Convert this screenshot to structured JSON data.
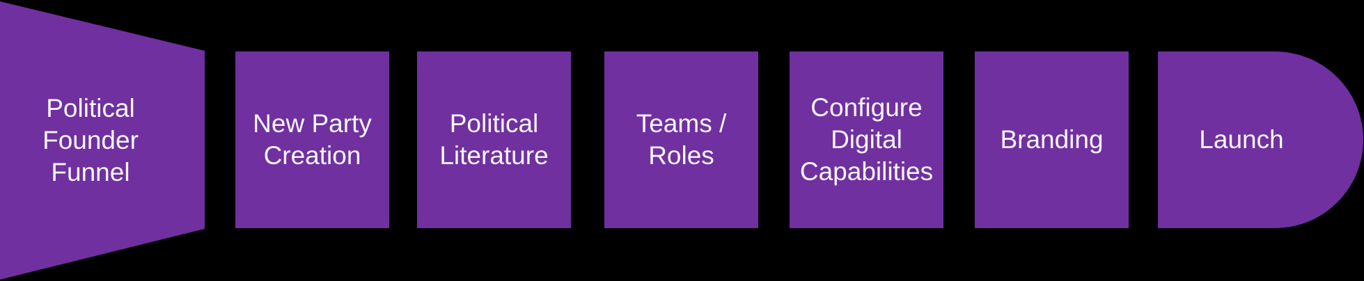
{
  "diagram": {
    "type": "process-funnel-flow",
    "colors": {
      "background": "#000000",
      "shape_fill": "#7030A0",
      "text": "#F9F6FC"
    },
    "funnel": {
      "label": "Political Founder Funnel"
    },
    "stages": [
      {
        "label": "New Party Creation"
      },
      {
        "label": "Political Literature"
      },
      {
        "label": "Teams / Roles"
      },
      {
        "label": "Configure Digital Capabilities"
      },
      {
        "label": "Branding"
      },
      {
        "label": "Launch"
      }
    ]
  }
}
